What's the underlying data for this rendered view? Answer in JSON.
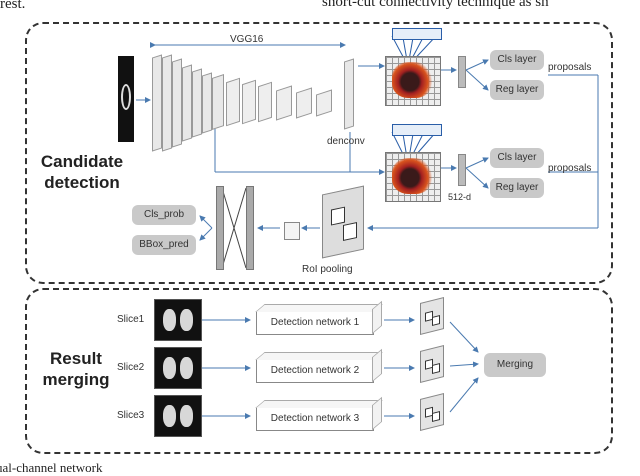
{
  "top_text": {
    "left": "rest.",
    "right": "short-cut connectivity technique as sh"
  },
  "bottom_text": "ual-channel network",
  "candidate": {
    "label_line1": "Candidate",
    "label_line2": "detection",
    "vgg_label": "VGG16",
    "denconv_label": "denconv",
    "dim_label": "512-d",
    "cls_layer": "Cls layer",
    "reg_layer": "Reg layer",
    "proposals": "proposals",
    "cls_prob": "Cls_prob",
    "bbox_pred": "BBox_pred",
    "roi_pooling": "RoI pooling"
  },
  "merging": {
    "label_line1": "Result",
    "label_line2": "merging",
    "slices": [
      "Slice1",
      "Slice2",
      "Slice3"
    ],
    "networks": [
      "Detection network 1",
      "Detection network 2",
      "Detection network 3"
    ],
    "merge_label": "Merging"
  }
}
